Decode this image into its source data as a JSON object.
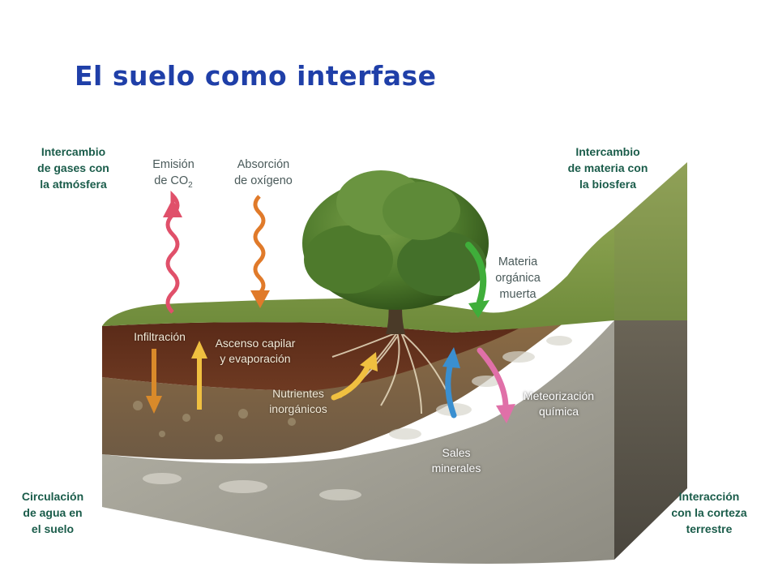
{
  "title": "El suelo como interfase",
  "labels": {
    "gases": [
      "Intercambio",
      "de gases con",
      "la atmósfera"
    ],
    "materia_biosfera": [
      "Intercambio",
      "de materia con",
      "la biosfera"
    ],
    "agua": [
      "Circulación",
      "de agua en",
      "el suelo"
    ],
    "corteza": [
      "Interacción",
      "con la corteza",
      "terrestre"
    ],
    "emision": {
      "line1": "Emisión",
      "line2_prefix": "de CO",
      "line2_sub": "2"
    },
    "absorcion": [
      "Absorción",
      "de oxígeno"
    ],
    "materia_organica": [
      "Materia",
      "orgánica",
      "muerta"
    ],
    "infiltracion": "Infiltración",
    "ascenso": [
      "Ascenso capilar",
      "y evaporación"
    ],
    "nutrientes": [
      "Nutrientes",
      "inorgánicos"
    ],
    "meteorizacion": [
      "Meteorización",
      "química"
    ],
    "sales": [
      "Sales",
      "minerales"
    ]
  },
  "colors": {
    "title": "#1f3fa8",
    "corner_text": "#1a5c4a",
    "arrow_emision": "#e0506a",
    "arrow_absorcion": "#e07a2a",
    "arrow_materia": "#3fae3a",
    "arrow_infiltracion": "#d98a2a",
    "arrow_ascenso": "#f0c040",
    "arrow_nutrientes": "#f0c040",
    "arrow_sales": "#3a8fd0",
    "arrow_meteorizacion": "#e070a8"
  }
}
